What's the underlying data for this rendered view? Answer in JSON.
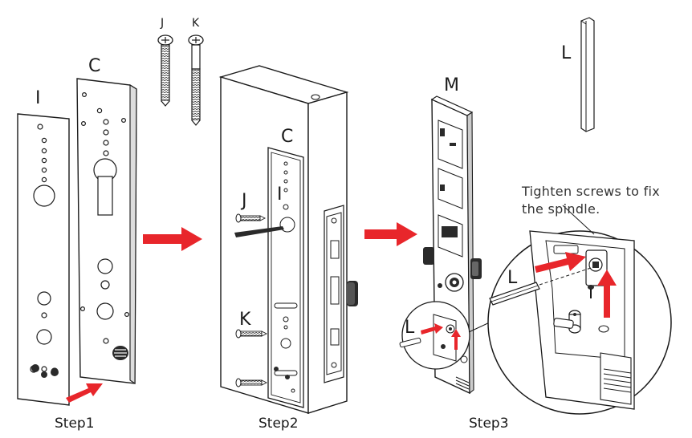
{
  "labels": {
    "I": "I",
    "C": "C",
    "J": "J",
    "K": "K",
    "C2": "C",
    "J2": "J",
    "I2": "I",
    "K2": "K",
    "M": "M",
    "L_top": "L",
    "L_mid": "L",
    "L_detail": "L"
  },
  "steps": [
    "Step1",
    "Step2",
    "Step3"
  ],
  "note": {
    "line1": "Tighten screws to fix",
    "line2": "the spindle."
  },
  "colors": {
    "arrow": "#e8262b",
    "line": "#1a1a1a",
    "panel_fill": "#ffffff",
    "dark_fill": "#2a2a2a"
  }
}
